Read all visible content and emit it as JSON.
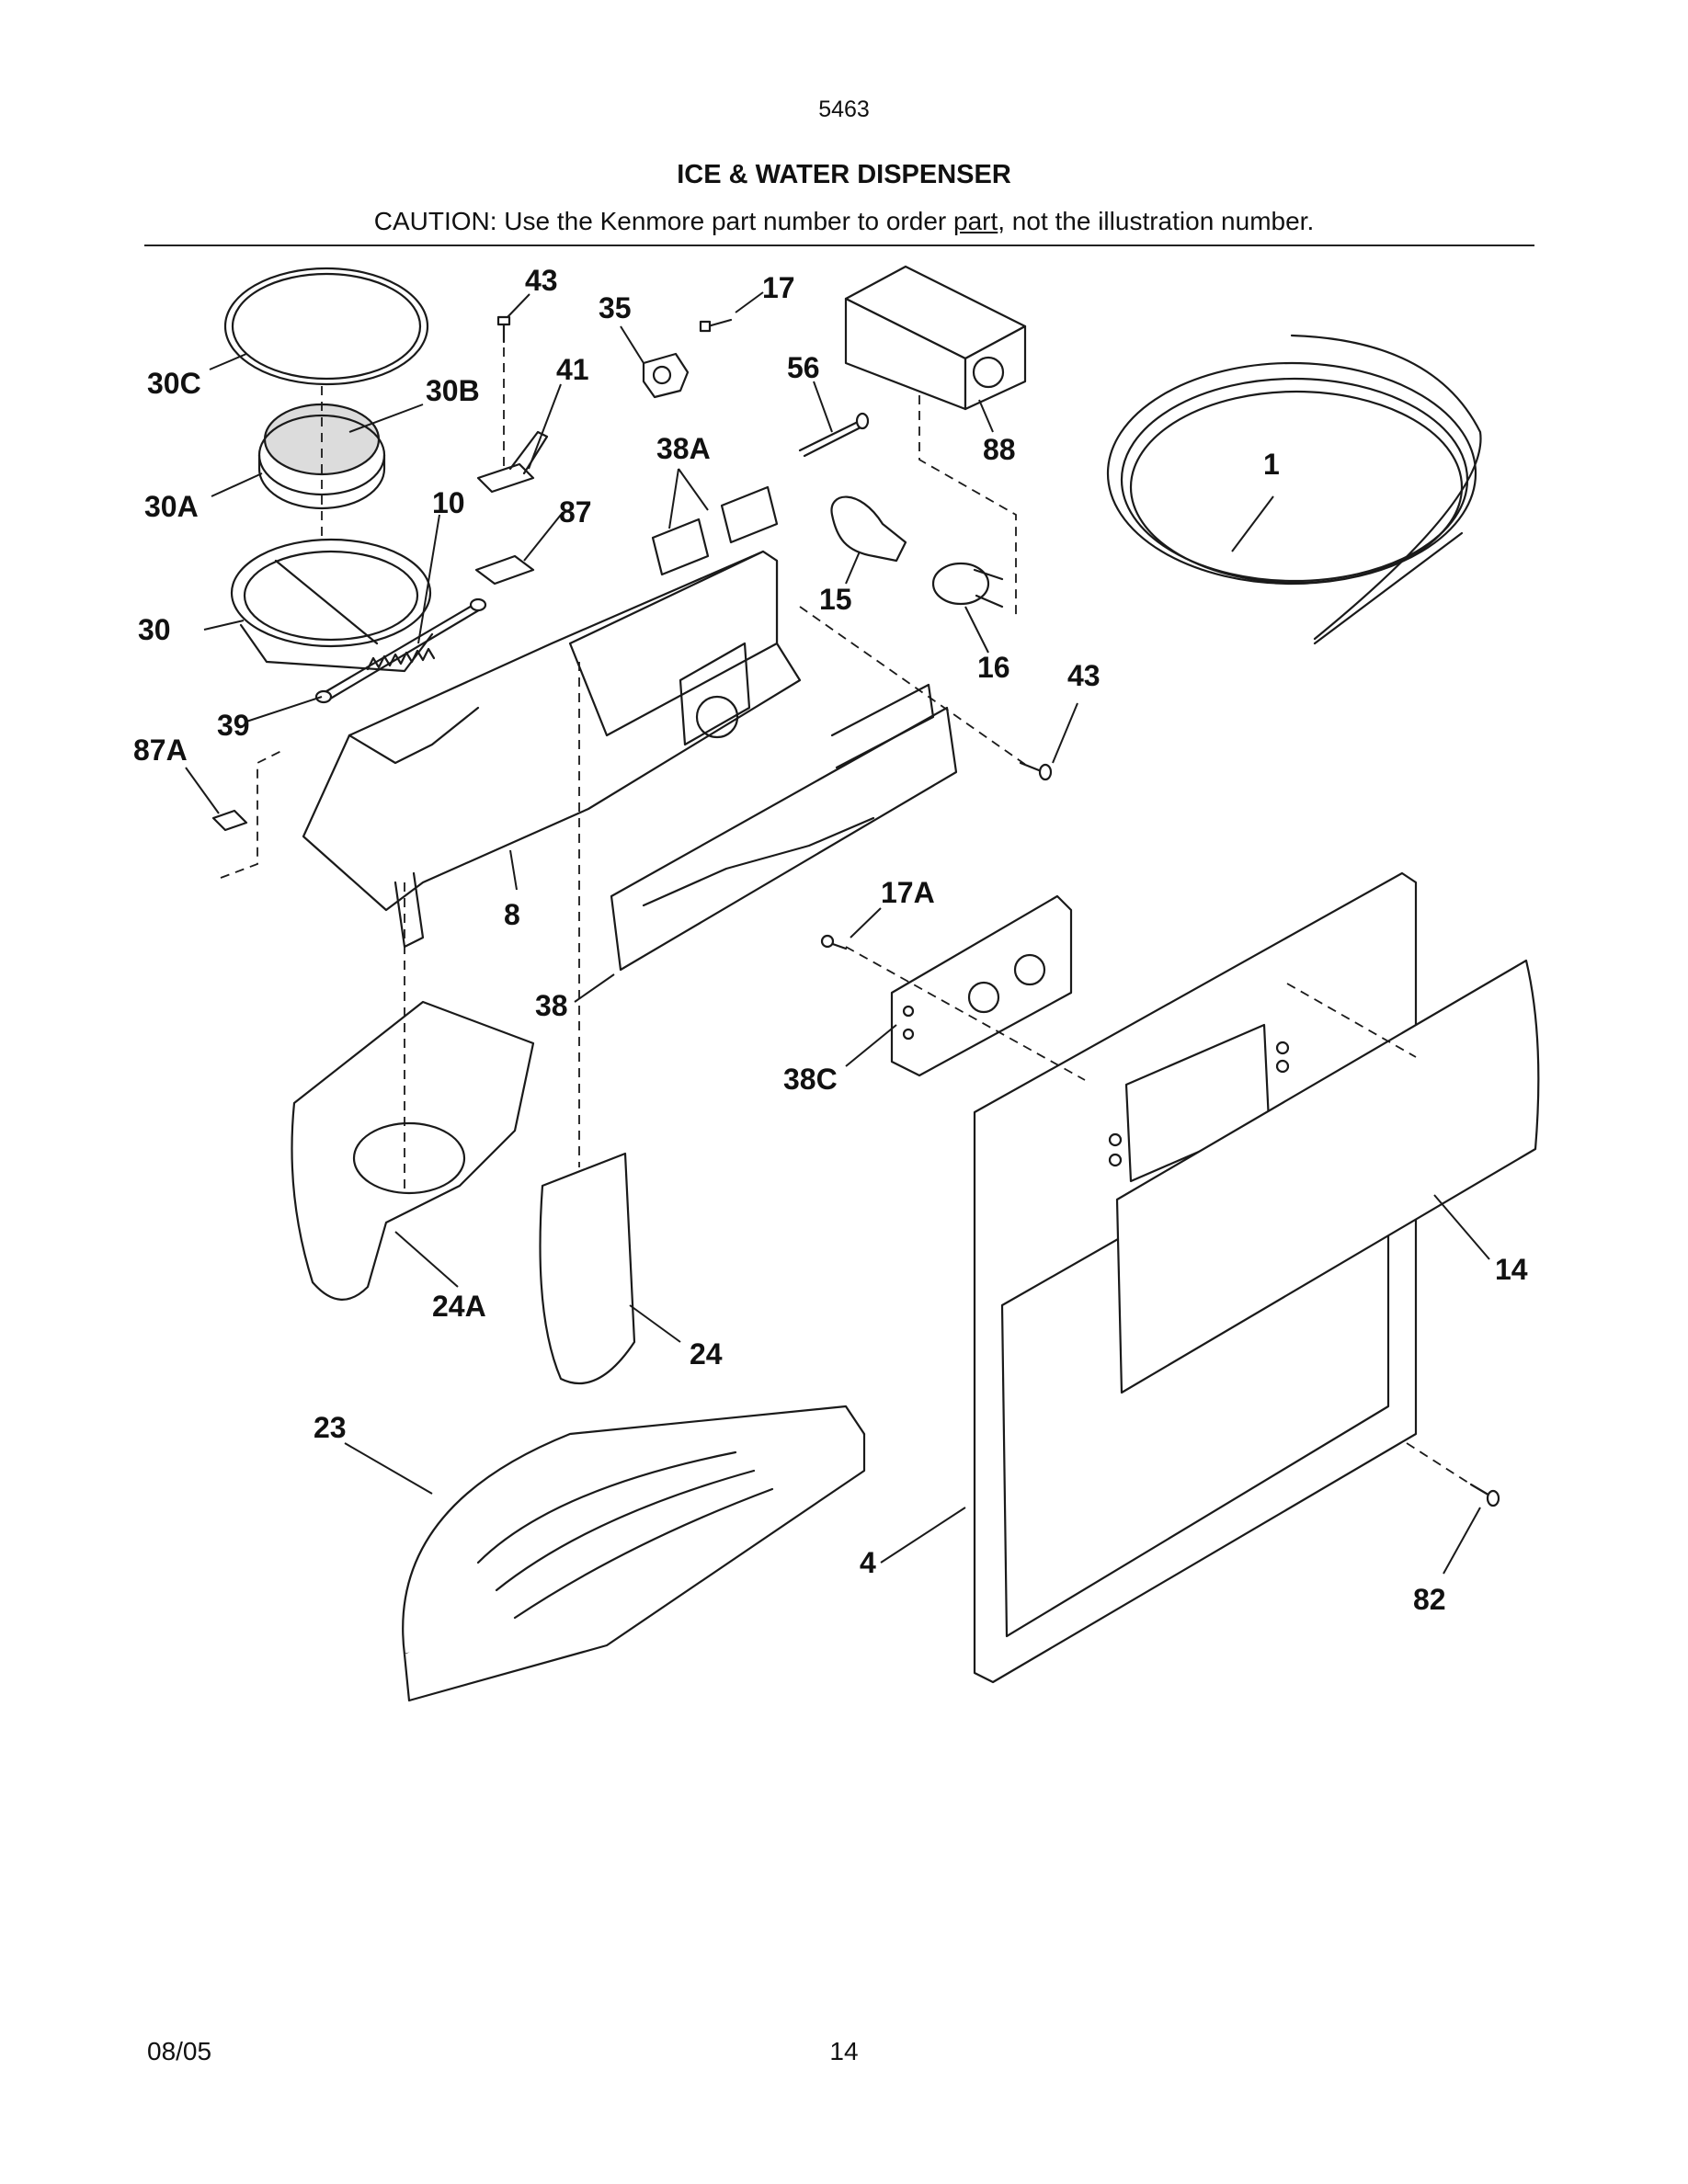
{
  "header": {
    "model": "5463",
    "title": "ICE & WATER DISPENSER",
    "caution_before": "CAUTION: Use the Kenmore part number to order ",
    "caution_link": "part",
    "caution_after": ", not the illustration number."
  },
  "callouts": {
    "c43a": "43",
    "c17": "17",
    "c35": "35",
    "c30C": "30C",
    "c41": "41",
    "c56": "56",
    "c30B": "30B",
    "c88": "88",
    "c38A": "38A",
    "c1": "1",
    "c30A": "30A",
    "c10": "10",
    "c87": "87",
    "c15": "15",
    "c30": "30",
    "c16": "16",
    "c43b": "43",
    "c39": "39",
    "c87A": "87A",
    "c17A": "17A",
    "c8": "8",
    "c38": "38",
    "c38C": "38C",
    "c14": "14",
    "c24A": "24A",
    "c24": "24",
    "c23": "23",
    "c4": "4",
    "c82": "82"
  },
  "footer": {
    "date": "08/05",
    "page": "14"
  }
}
